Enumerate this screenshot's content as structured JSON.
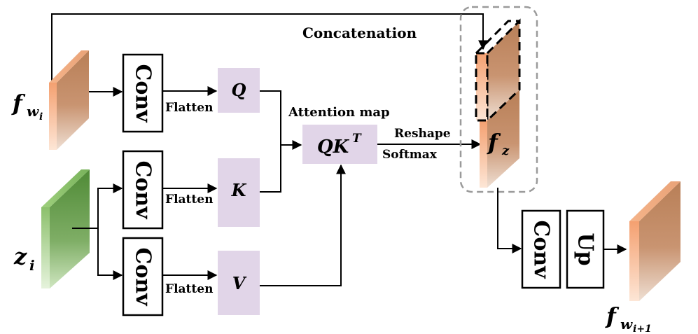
{
  "diagram": {
    "labels": {
      "concatenation": "Concatenation",
      "attention_map": "Attention map",
      "reshape": "Reshape",
      "softmax": "Softmax",
      "flatten": "Flatten"
    },
    "conv_label": "Conv",
    "up_label": "Up",
    "qkv": {
      "q": "Q",
      "k": "K",
      "v": "V",
      "qk": "QK",
      "qk_sup": "T"
    },
    "features": {
      "f_wi": {
        "base": "f",
        "sub": "w",
        "subsub": "i"
      },
      "z_i": {
        "base": "z",
        "sub": "i"
      },
      "f_z": {
        "base": "f",
        "sub": "z"
      },
      "f_wi1": {
        "base": "f",
        "sub": "w",
        "subsub": "i+1"
      }
    },
    "colors": {
      "orange_light": "#f7b98f",
      "orange_brown": "#c4906a",
      "green_dark": "#5f9443",
      "green_light": "#c8e4b6",
      "lavender": "#e1d5e8",
      "dashed_group": "#9a9a9a"
    }
  }
}
